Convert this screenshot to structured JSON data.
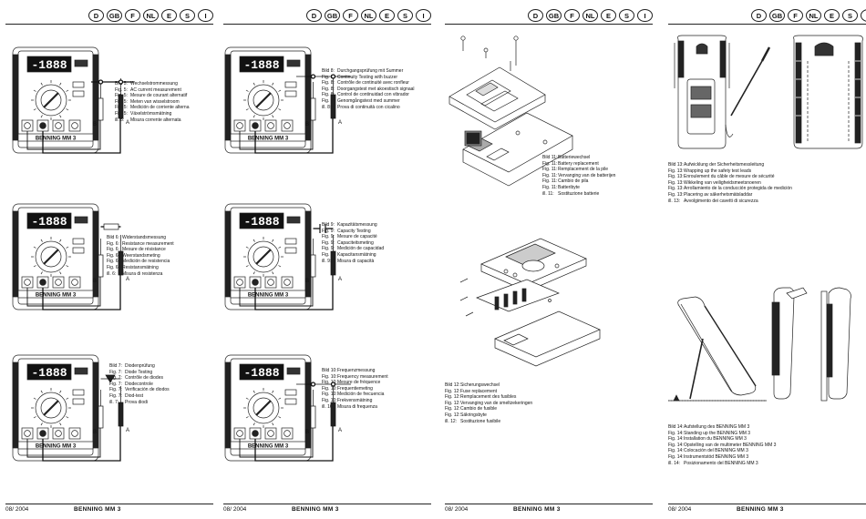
{
  "languages": [
    "D",
    "GB",
    "F",
    "NL",
    "E",
    "S",
    "I"
  ],
  "footer": {
    "date": "08/ 2004",
    "model": "BENNING MM 3"
  },
  "meter": {
    "display": "-1888",
    "brand": "BENNING MM 3"
  },
  "probe_labels": {
    "a": "A",
    "b": "B"
  },
  "figures": [
    {
      "id": "fig5",
      "lines": [
        {
          "k": "Bild 5:",
          "t": "Wechselstrommessung"
        },
        {
          "k": "Fig. 5:",
          "t": "AC current measurement"
        },
        {
          "k": "Fig. 5:",
          "t": "Mesure de courant alternatif"
        },
        {
          "k": "Fig. 5:",
          "t": "Meten van wisselstroom"
        },
        {
          "k": "Fig. 5:",
          "t": "Medición de corriente alterna"
        },
        {
          "k": "Fig. 5:",
          "t": "Växelströmsmätning"
        },
        {
          "k": "ill. 5:",
          "t": "Misura corrente alternata"
        }
      ]
    },
    {
      "id": "fig6",
      "lines": [
        {
          "k": "Bild 6:",
          "t": "Widerstandsmessung"
        },
        {
          "k": "Fig. 6:",
          "t": "Resistance measurement"
        },
        {
          "k": "Fig. 6:",
          "t": "Mesure de résistance"
        },
        {
          "k": "Fig. 6:",
          "t": "Weerstandsmeting"
        },
        {
          "k": "Fig. 6:",
          "t": "Medición de resistencia"
        },
        {
          "k": "Fig. 6:",
          "t": "Resistansmätning"
        },
        {
          "k": "ill. 6:",
          "t": "Misura di resistenza"
        }
      ]
    },
    {
      "id": "fig7",
      "lines": [
        {
          "k": "Bild 7:",
          "t": "Diodenprüfung"
        },
        {
          "k": "Fig. 7:",
          "t": "Diode Testing"
        },
        {
          "k": "Fig. 7:",
          "t": "Contrôle de diodes"
        },
        {
          "k": "Fig. 7:",
          "t": "Diodecontrole"
        },
        {
          "k": "Fig. 7:",
          "t": "Verificación de diodos"
        },
        {
          "k": "Fig. 7:",
          "t": "Diod-test"
        },
        {
          "k": "ill. 7:",
          "t": "Prova diodi"
        }
      ]
    },
    {
      "id": "fig8",
      "lines": [
        {
          "k": "Bild 8:",
          "t": "Durchgangsprüfung mit Summer"
        },
        {
          "k": "Fig. 8:",
          "t": "Continuity Testing with buzzer"
        },
        {
          "k": "Fig. 8:",
          "t": "Contrôle de continuité avec ronfleur"
        },
        {
          "k": "Fig. 8:",
          "t": "Doorgangstest met akoestisch signaal"
        },
        {
          "k": "Fig. 8:",
          "t": "Control de continuidad con vibrador"
        },
        {
          "k": "Fig. 8:",
          "t": "Genomgångstest med summer"
        },
        {
          "k": "ill. 8:",
          "t": "Prova di continuità con cicalino"
        }
      ]
    },
    {
      "id": "fig9",
      "lines": [
        {
          "k": "Bild 9:",
          "t": "Kapazitätsmessung"
        },
        {
          "k": "Fig. 9:",
          "t": "Capacity Testing"
        },
        {
          "k": "Fig. 9:",
          "t": "Mesure de capacité"
        },
        {
          "k": "Fig. 9:",
          "t": "Capaciteitsmeting"
        },
        {
          "k": "Fig. 9:",
          "t": "Medición de capacidad"
        },
        {
          "k": "Fig. 9:",
          "t": "Kapacitansmätning"
        },
        {
          "k": "ill. 9:",
          "t": "Misura di capacità"
        }
      ]
    },
    {
      "id": "fig10",
      "lines": [
        {
          "k": "Bild 10:",
          "t": "Frequenzmessung"
        },
        {
          "k": "Fig. 10:",
          "t": "Frequency measurement"
        },
        {
          "k": "Fig. 10:",
          "t": "Mesure de fréquence"
        },
        {
          "k": "Fig. 10:",
          "t": "Frequentiemeting"
        },
        {
          "k": "Fig. 10:",
          "t": "Medición de frecuencia"
        },
        {
          "k": "Fig. 10:",
          "t": "Frekvensmätning"
        },
        {
          "k": "ill. 10:",
          "t": "Misura di frequenza"
        }
      ]
    },
    {
      "id": "fig11",
      "lines": [
        {
          "k": "Bild 11:",
          "t": "Batteriewechsel"
        },
        {
          "k": "Fig. 11:",
          "t": "Battery replacement"
        },
        {
          "k": "Fig. 11:",
          "t": "Remplacement de la pile"
        },
        {
          "k": "Fig. 11:",
          "t": "Vervanging van de batterijen"
        },
        {
          "k": "Fig. 11:",
          "t": "Cambio de pila"
        },
        {
          "k": "Fig. 11:",
          "t": "Batteribyte"
        },
        {
          "k": "ill. 11:",
          "t": "Sostituzione batterie"
        }
      ]
    },
    {
      "id": "fig12",
      "lines": [
        {
          "k": "Bild 12:",
          "t": "Sicherungswechsel"
        },
        {
          "k": "Fig. 12:",
          "t": "Fuse replacement"
        },
        {
          "k": "Fig. 12:",
          "t": "Remplacement des fusibles"
        },
        {
          "k": "Fig. 12:",
          "t": "Vervanging van de smeltzekeringen"
        },
        {
          "k": "Fig. 12:",
          "t": "Cambio de fusible"
        },
        {
          "k": "Fig. 12:",
          "t": "Säkringsbyte"
        },
        {
          "k": "ill. 12:",
          "t": "Sostituzione fusibile"
        }
      ]
    },
    {
      "id": "fig13",
      "lines": [
        {
          "k": "Bild 13:",
          "t": "Aufwicklung der Sicherheitsmessleitung"
        },
        {
          "k": "Fig. 13:",
          "t": "Wrapping up the safety test leads"
        },
        {
          "k": "Fig. 13:",
          "t": "Enroulement du câble de mesure de sécurité"
        },
        {
          "k": "Fig. 13:",
          "t": "Wikkeling van veiligheidsmeetsnoeren"
        },
        {
          "k": "Fig. 13:",
          "t": "Arrollamiento de la conducción protegida de medición"
        },
        {
          "k": "Fig. 13:",
          "t": "Placering av säkerhetsmätsladdar"
        },
        {
          "k": "ill. 13:",
          "t": "Avvolgimento dei cavetti di sicurezza"
        }
      ]
    },
    {
      "id": "fig14",
      "lines": [
        {
          "k": "Bild 14:",
          "t": "Aufstellung des BENNING MM 3"
        },
        {
          "k": "Fig. 14:",
          "t": "Standing up the BENNING MM 3"
        },
        {
          "k": "Fig. 14:",
          "t": "Installation du BENNING MM 3"
        },
        {
          "k": "Fig. 14:",
          "t": "Opstelling van de multimeter BENNING MM 3"
        },
        {
          "k": "Fig. 14:",
          "t": "Colocación del BENNING MM 3"
        },
        {
          "k": "Fig. 14:",
          "t": "Instrumentstöd BENNING MM 3"
        },
        {
          "k": "ill. 14:",
          "t": "Posizionamento del BENNING MM 3"
        }
      ]
    }
  ]
}
